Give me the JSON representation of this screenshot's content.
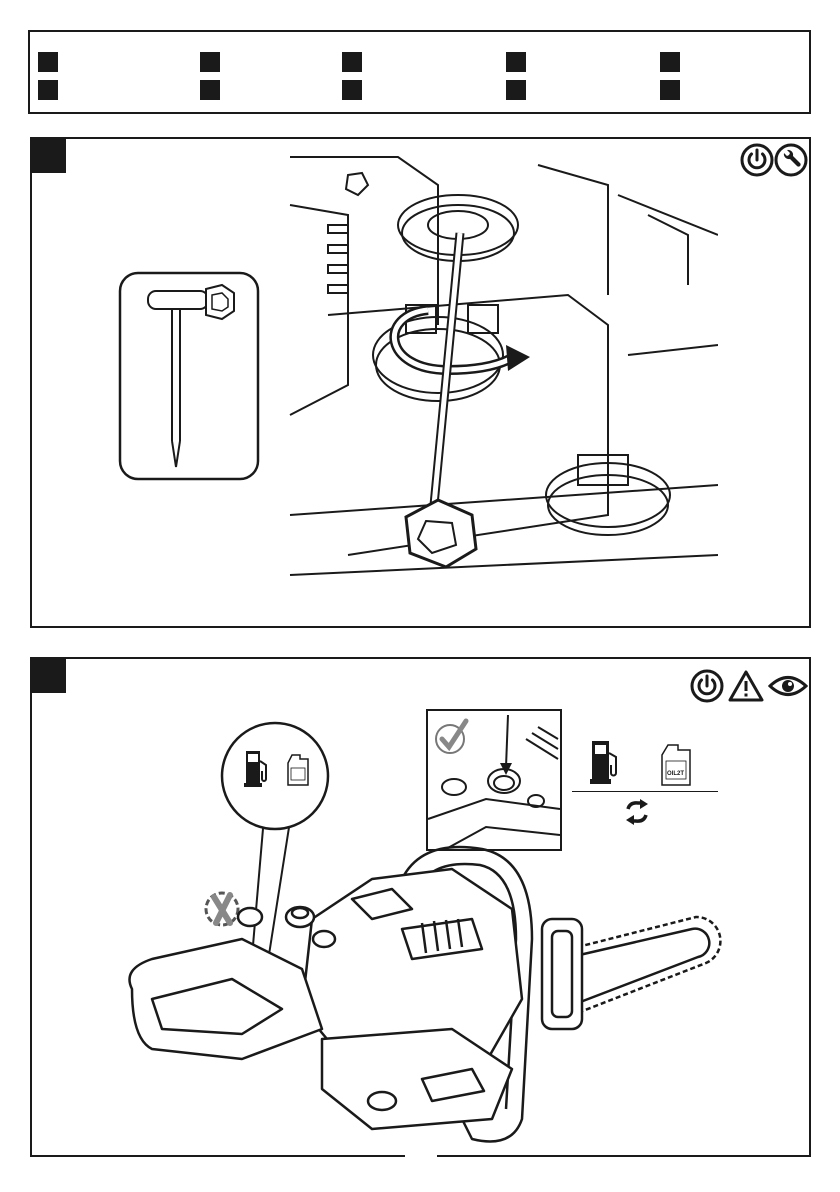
{
  "legend": {
    "rows": 2,
    "columns": 5
  },
  "oil_bottle_label": "OIL2T",
  "page_number": "",
  "icons": {
    "panel1": [
      "power-off-icon",
      "wrench-icon"
    ],
    "panel2": [
      "power-off-icon",
      "warning-icon",
      "eye-icon"
    ],
    "fuel": "fuel-pump-icon",
    "oil": "oil-bottle-icon",
    "check": "check-icon",
    "prohibited": "cross-icon",
    "refill": "recycle-icon"
  }
}
